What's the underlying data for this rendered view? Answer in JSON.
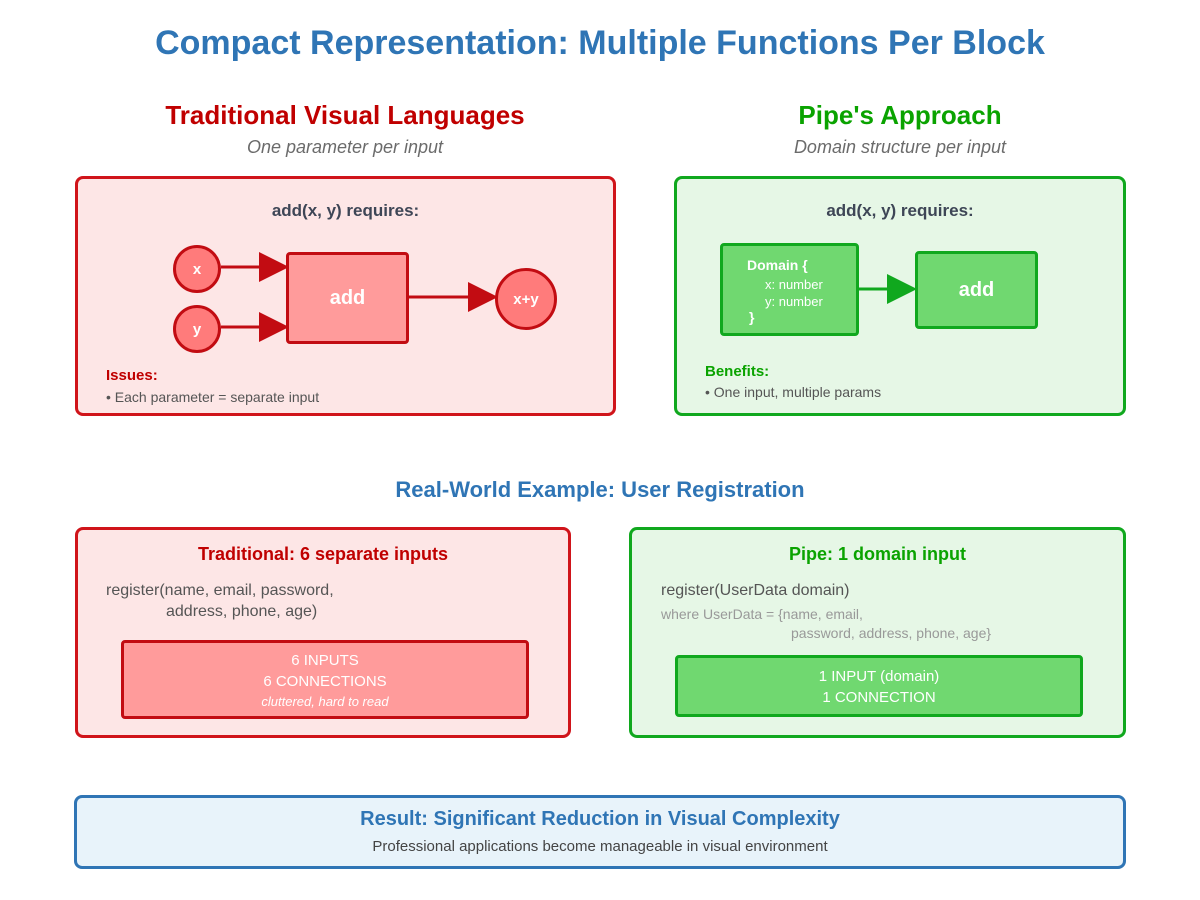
{
  "page_title": "Compact Representation: Multiple Functions Per Block",
  "traditional": {
    "title": "Traditional Visual Languages",
    "subtitle": "One parameter per input",
    "requires": "add(x, y) requires:",
    "node_x": "x",
    "node_y": "y",
    "node_add": "add",
    "node_result": "x+y",
    "issues_label": "Issues:",
    "issues_item": "• Each parameter = separate input"
  },
  "pipe": {
    "title": "Pipe's Approach",
    "subtitle": "Domain structure per input",
    "requires": "add(x, y) requires:",
    "domain_open": "Domain {",
    "domain_x": "x: number",
    "domain_y": "y: number",
    "domain_close": "}",
    "node_add": "add",
    "benefits_label": "Benefits:",
    "benefits_item": "• One input, multiple params"
  },
  "example": {
    "title": "Real-World Example: User Registration",
    "traditional": {
      "heading": "Traditional: 6 separate inputs",
      "code_line1": "register(name, email, password,",
      "code_line2": "address, phone, age)",
      "box_line1": "6 INPUTS",
      "box_line2": "6 CONNECTIONS",
      "box_note": "cluttered, hard to read"
    },
    "pipe": {
      "heading": "Pipe: 1 domain input",
      "code_line1": "register(UserData domain)",
      "code_line2": "where UserData = {name, email,",
      "code_line3": "password, address, phone, age}",
      "box_line1": "1 INPUT (domain)",
      "box_line2": "1 CONNECTION"
    }
  },
  "result": {
    "heading": "Result: Significant Reduction in Visual Complexity",
    "text": "Professional applications become manageable in visual environment"
  },
  "colors": {
    "red": "#c00000",
    "green": "#0aa300",
    "blue": "#2f75b5"
  }
}
